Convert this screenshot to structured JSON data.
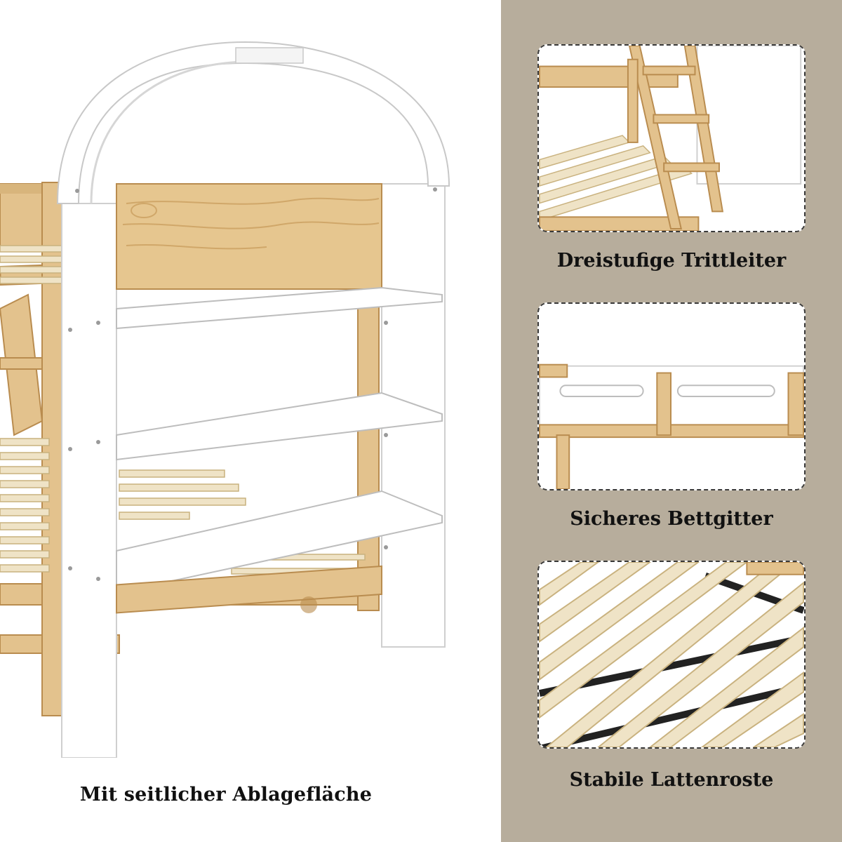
{
  "main": {
    "caption": "Mit seitlicher Ablagefläche"
  },
  "details": [
    {
      "caption": "Dreistufige Trittleiter"
    },
    {
      "caption": "Sicheres Bettgitter"
    },
    {
      "caption": "Stabile Lattenroste"
    }
  ],
  "colors": {
    "panel_bg": "#b7ad9c",
    "wood": "#e3c28d",
    "wood_dark": "#c99a5b",
    "white_board": "#ffffff",
    "slat": "#efe3c6",
    "strap": "#222222"
  }
}
